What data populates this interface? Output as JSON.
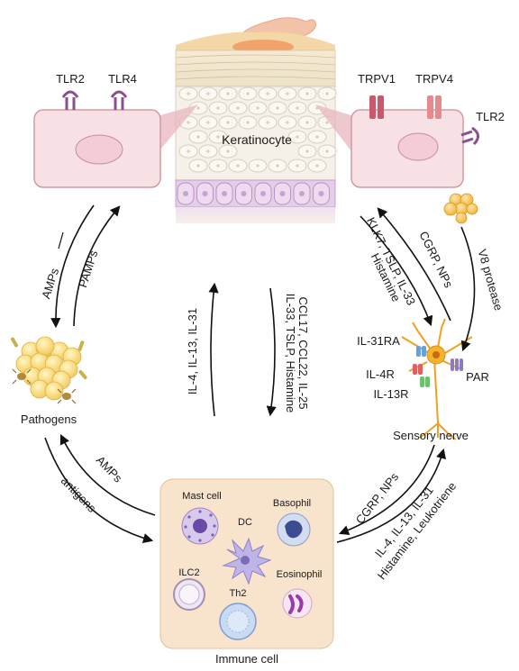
{
  "keratinocyte": {
    "label": "Keratinocyte"
  },
  "left_cell": {
    "receptor_1": "TLR2",
    "receptor_2": "TLR4"
  },
  "right_cell": {
    "receptor_1": "TRPV1",
    "receptor_2": "TRPV4",
    "receptor_3": "TLR2"
  },
  "pathogens": {
    "label": "Pathogens"
  },
  "sensory_nerve": {
    "label": "Sensory nerve",
    "receptors": [
      "IL-31RA",
      "IL-4R",
      "IL-13R",
      "PAR"
    ]
  },
  "immune_cell": {
    "label": "Immune cell",
    "cells": [
      "Mast cell",
      "Basophil",
      "DC",
      "ILC2",
      "Eosinophil",
      "Th2"
    ]
  },
  "arrows": {
    "amps_top": "AMPs",
    "pamps": "PAMPs",
    "il4_il13_il31_center": "IL-4, IL-13, IL-31",
    "ccl_line1": "CCL17, CCL22, IL-25",
    "ccl_line2": "IL-33, TSLP, Histamine",
    "klk7_line1": "KLK7, TSLP, IL-33",
    "klk7_line2": "Histamine",
    "cgrp_nps_top": "CGRP, NPs",
    "v8_protease": "V8 protease",
    "amps_bottom": "AMPs",
    "antigens": "antigens",
    "cgrp_nps_bottom": "CGRP, NPs",
    "il4_bottom_line1": "IL-4, IL-13, IL-31",
    "il4_bottom_line2": "Histamine, Leukotriene"
  }
}
